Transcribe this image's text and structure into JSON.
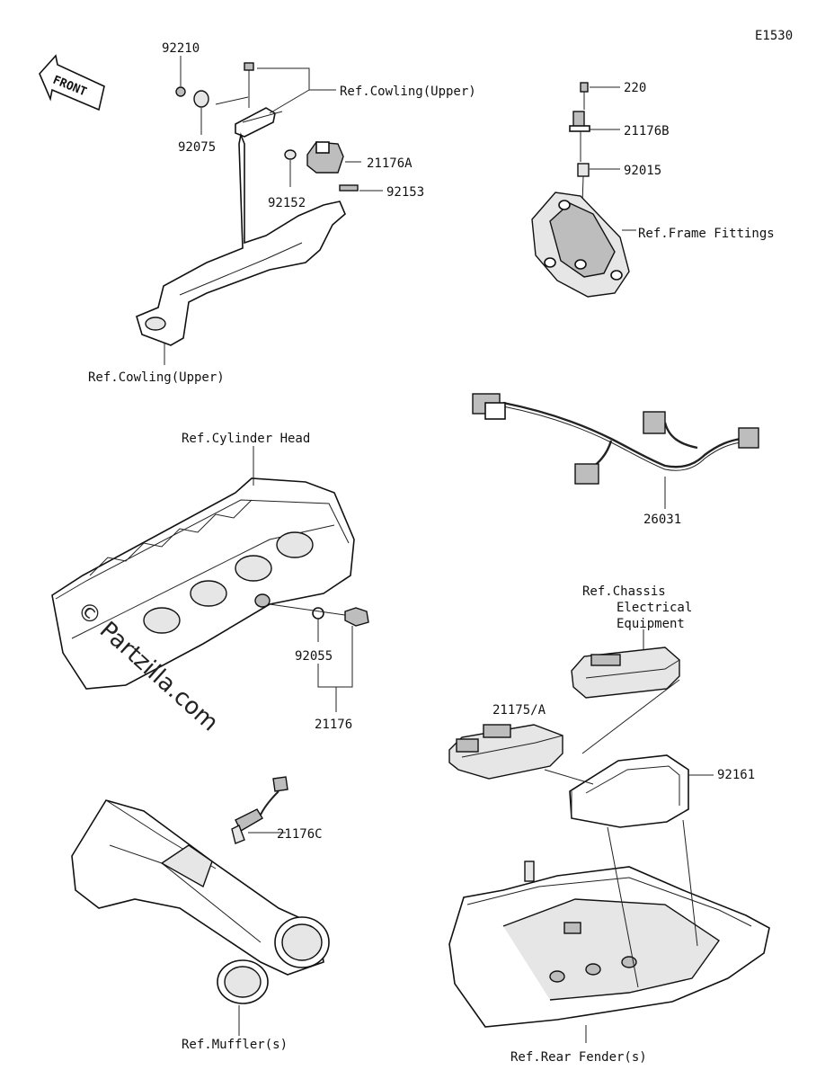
{
  "diagram_code": "E1530",
  "front_label": "FRONT",
  "watermark": "© Partzilla.com",
  "labels": {
    "p92210": "92210",
    "p92075": "92075",
    "ref_cowling_upper_1": "Ref.Cowling(Upper)",
    "p21176A": "21176A",
    "p92152": "92152",
    "p92153": "92153",
    "ref_cowling_upper_2": "Ref.Cowling(Upper)",
    "p220": "220",
    "p21176B": "21176B",
    "p92015": "92015",
    "ref_frame_fittings": "Ref.Frame Fittings",
    "p26031": "26031",
    "ref_cylinder_head": "Ref.Cylinder Head",
    "p92055": "92055",
    "p21176": "21176",
    "ref_chassis_1": "Ref.Chassis",
    "ref_chassis_2": "Electrical",
    "ref_chassis_3": "Equipment",
    "p21175A": "21175/A",
    "p92161": "92161",
    "p21176C": "21176C",
    "ref_mufflers": "Ref.Muffler(s)",
    "ref_rear_fender": "Ref.Rear Fender(s)"
  }
}
